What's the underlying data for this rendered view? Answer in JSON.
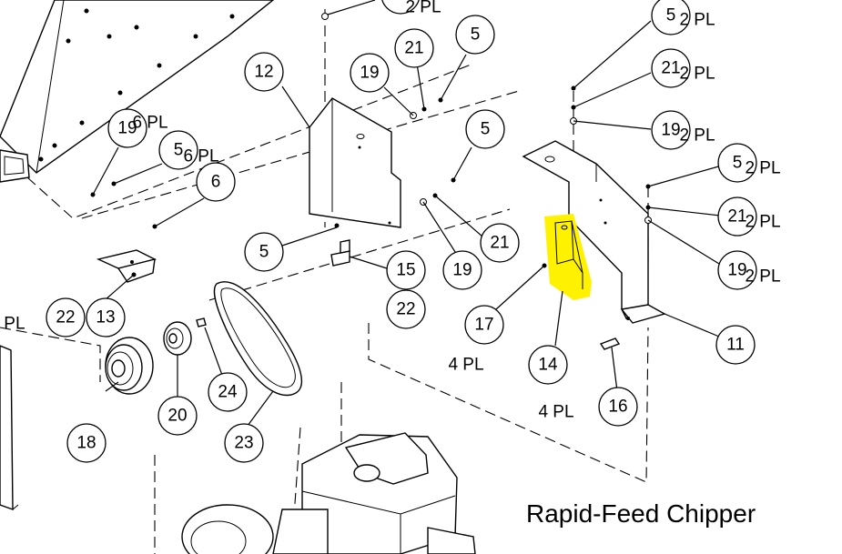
{
  "title": "Rapid-Feed Chipper",
  "highlight_color": "#fff200",
  "callouts": [
    {
      "id": "c19-top",
      "number": "19",
      "qty": "2 PL"
    },
    {
      "id": "c12",
      "number": "12",
      "qty": ""
    },
    {
      "id": "c19-a",
      "number": "19",
      "qty": ""
    },
    {
      "id": "c21-a",
      "number": "21",
      "qty": ""
    },
    {
      "id": "c5-a",
      "number": "5",
      "qty": ""
    },
    {
      "id": "c5-b",
      "number": "5",
      "qty": ""
    },
    {
      "id": "c19-left",
      "number": "19",
      "qty": "6 PL"
    },
    {
      "id": "c5-left",
      "number": "5",
      "qty": "6 PL"
    },
    {
      "id": "c6",
      "number": "6",
      "qty": ""
    },
    {
      "id": "c5-c",
      "number": "5",
      "qty": ""
    },
    {
      "id": "c15",
      "number": "15",
      "qty": ""
    },
    {
      "id": "c19-b",
      "number": "19",
      "qty": ""
    },
    {
      "id": "c21-b",
      "number": "21",
      "qty": ""
    },
    {
      "id": "c22-a",
      "number": "22",
      "qty": ""
    },
    {
      "id": "c22-b",
      "number": "22",
      "qty": "4 PL"
    },
    {
      "id": "c13",
      "number": "13",
      "qty": ""
    },
    {
      "id": "c18",
      "number": "18",
      "qty": ""
    },
    {
      "id": "c20",
      "number": "20",
      "qty": ""
    },
    {
      "id": "c24",
      "number": "24",
      "qty": ""
    },
    {
      "id": "c23",
      "number": "23",
      "qty": ""
    },
    {
      "id": "c5-r1",
      "number": "5",
      "qty": "2 PL"
    },
    {
      "id": "c21-r1",
      "number": "21",
      "qty": "2 PL"
    },
    {
      "id": "c19-r1",
      "number": "19",
      "qty": "2 PL"
    },
    {
      "id": "c5-r2",
      "number": "5",
      "qty": "2 PL"
    },
    {
      "id": "c21-r2",
      "number": "21",
      "qty": "2 PL"
    },
    {
      "id": "c19-r2",
      "number": "19",
      "qty": "2 PL"
    },
    {
      "id": "c17",
      "number": "17",
      "qty": "4 PL"
    },
    {
      "id": "c14",
      "number": "14",
      "qty": ""
    },
    {
      "id": "c11",
      "number": "11",
      "qty": ""
    },
    {
      "id": "c16",
      "number": "16",
      "qty": "4 PL"
    }
  ]
}
